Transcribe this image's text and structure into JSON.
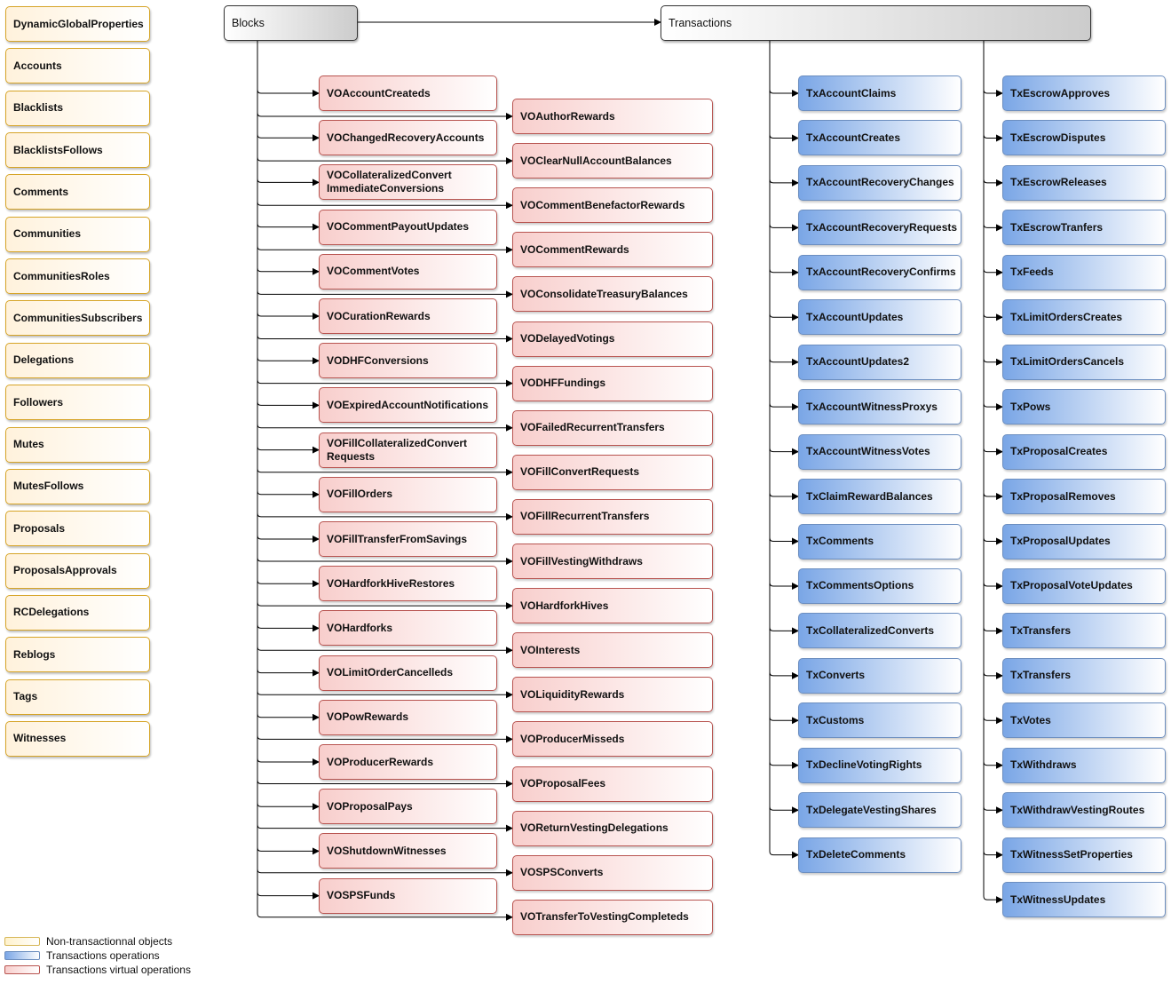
{
  "diagram": {
    "non_transactional": [
      "DynamicGlobalProperties",
      "Accounts",
      "Blacklists",
      "BlacklistsFollows",
      "Comments",
      "Communities",
      "CommunitiesRoles",
      "CommunitiesSubscribers",
      "Delegations",
      "Followers",
      "Mutes",
      "MutesFollows",
      "Proposals",
      "ProposalsApprovals",
      "RCDelegations",
      "Reblogs",
      "Tags",
      "Witnesses"
    ],
    "blocks": {
      "label": "Blocks"
    },
    "transactions": {
      "label": "Transactions"
    },
    "vo_column_a": [
      "VOAccountCreateds",
      "VOChangedRecoveryAccounts",
      "VOCollateralizedConvert\nImmediateConversions",
      "VOCommentPayoutUpdates",
      "VOCommentVotes",
      "VOCurationRewards",
      "VODHFConversions",
      "VOExpiredAccountNotifications",
      "VOFillCollateralizedConvert\nRequests",
      "VOFillOrders",
      "VOFillTransferFromSavings",
      "VOHardforkHiveRestores",
      "VOHardforks",
      "VOLimitOrderCancelleds",
      "VOPowRewards",
      "VOProducerRewards",
      "VOProposalPays",
      "VOShutdownWitnesses",
      "VOSPSFunds"
    ],
    "vo_column_b": [
      "VOAuthorRewards",
      "VOClearNullAccountBalances",
      "VOCommentBenefactorRewards",
      "VOCommentRewards",
      "VOConsolidateTreasuryBalances",
      "VODelayedVotings",
      "VODHFFundings",
      "VOFailedRecurrentTransfers",
      "VOFillConvertRequests",
      "VOFillRecurrentTransfers",
      "VOFillVestingWithdraws",
      "VOHardforkHives",
      "VOInterests",
      "VOLiquidityRewards",
      "VOProducerMisseds",
      "VOProposalFees",
      "VOReturnVestingDelegations",
      "VOSPSConverts",
      "VOTransferToVestingCompleteds"
    ],
    "tx_column_a": [
      "TxAccountClaims",
      "TxAccountCreates",
      "TxAccountRecoveryChanges",
      "TxAccountRecoveryRequests",
      "TxAccountRecoveryConfirms",
      "TxAccountUpdates",
      "TxAccountUpdates2",
      "TxAccountWitnessProxys",
      "TxAccountWitnessVotes",
      "TxClaimRewardBalances",
      "TxComments",
      "TxCommentsOptions",
      "TxCollateralizedConverts",
      "TxConverts",
      "TxCustoms",
      "TxDeclineVotingRights",
      "TxDelegateVestingShares",
      "TxDeleteComments"
    ],
    "tx_column_b": [
      "TxEscrowApproves",
      "TxEscrowDisputes",
      "TxEscrowReleases",
      "TxEscrowTranfers",
      "TxFeeds",
      "TxLimitOrdersCreates",
      "TxLimitOrdersCancels",
      "TxPows",
      "TxProposalCreates",
      "TxProposalRemoves",
      "TxProposalUpdates",
      "TxProposalVoteUpdates",
      "TxTransfers",
      "TxTransfers",
      "TxVotes",
      "TxWithdraws",
      "TxWithdrawVestingRoutes",
      "TxWitnessSetProperties",
      "TxWitnessUpdates"
    ]
  },
  "legend": [
    {
      "label": "Non-transactionnal objects",
      "color": "#fff2cc",
      "border": "#d6b656"
    },
    {
      "label": "Transactions operations",
      "color": "#7aa6e6",
      "border": "#6c8ebf"
    },
    {
      "label": "Transactions virtual operations",
      "color": "#f8cecc",
      "border": "#b85450"
    }
  ]
}
